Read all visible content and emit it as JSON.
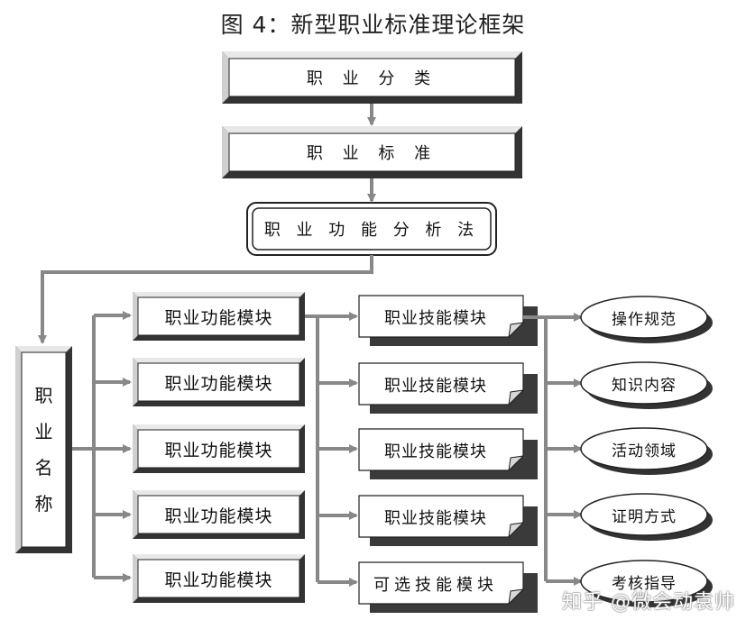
{
  "title": "图 4：新型职业标准理论框架",
  "top": {
    "classification": "职 业 分 类",
    "standard": "职 业 标 准",
    "analysis": "职 业 功 能 分 析 法"
  },
  "occupation_name": [
    "职",
    "业",
    "名",
    "称"
  ],
  "function_modules": [
    "职业功能模块",
    "职业功能模块",
    "职业功能模块",
    "职业功能模块",
    "职业功能模块"
  ],
  "skill_modules": [
    "职业技能模块",
    "职业技能模块",
    "职业技能模块",
    "职业技能模块",
    "可选技能模块"
  ],
  "outputs": [
    "操作规范",
    "知识内容",
    "活动领域",
    "证明方式",
    "考核指导"
  ],
  "watermark": "知乎 @微会动袁帅"
}
